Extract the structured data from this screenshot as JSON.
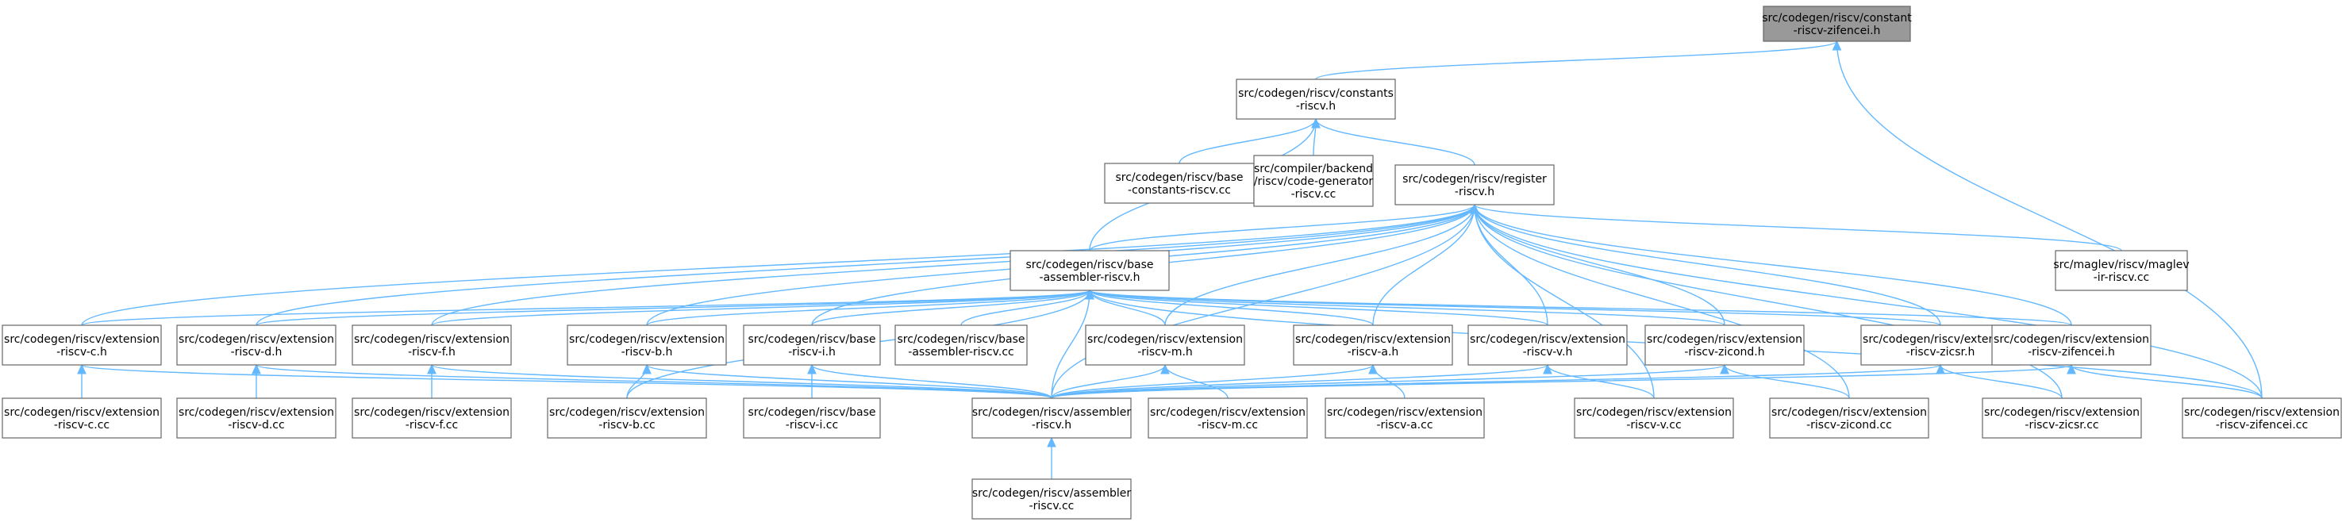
{
  "nodes": {
    "n0": {
      "lines": [
        "src/codegen/riscv/constant",
        "-riscv-zifencei.h"
      ],
      "root": true
    },
    "n1": {
      "lines": [
        "src/codegen/riscv/constants",
        "-riscv.h"
      ]
    },
    "n2": {
      "lines": [
        "src/codegen/riscv/base",
        "-constants-riscv.cc"
      ]
    },
    "n3": {
      "lines": [
        "src/compiler/backend",
        "/riscv/code-generator",
        "-riscv.cc"
      ]
    },
    "n4": {
      "lines": [
        "src/codegen/riscv/register",
        "-riscv.h"
      ]
    },
    "n5": {
      "lines": [
        "src/codegen/riscv/base",
        "-assembler-riscv.h"
      ]
    },
    "n6": {
      "lines": [
        "src/maglev/riscv/maglev",
        "-ir-riscv.cc"
      ]
    },
    "n7": {
      "lines": [
        "src/codegen/riscv/extension",
        "-riscv-c.h"
      ]
    },
    "n8": {
      "lines": [
        "src/codegen/riscv/extension",
        "-riscv-d.h"
      ]
    },
    "n9": {
      "lines": [
        "src/codegen/riscv/extension",
        "-riscv-f.h"
      ]
    },
    "n10": {
      "lines": [
        "src/codegen/riscv/extension",
        "-riscv-b.h"
      ]
    },
    "n11": {
      "lines": [
        "src/codegen/riscv/base",
        "-riscv-i.h"
      ]
    },
    "n12": {
      "lines": [
        "src/codegen/riscv/base",
        "-assembler-riscv.cc"
      ]
    },
    "n13": {
      "lines": [
        "src/codegen/riscv/extension",
        "-riscv-m.h"
      ]
    },
    "n14": {
      "lines": [
        "src/codegen/riscv/extension",
        "-riscv-a.h"
      ]
    },
    "n15": {
      "lines": [
        "src/codegen/riscv/extension",
        "-riscv-v.h"
      ]
    },
    "n16": {
      "lines": [
        "src/codegen/riscv/extension",
        "-riscv-zicond.h"
      ]
    },
    "n17": {
      "lines": [
        "src/codegen/riscv/extension",
        "-riscv-zicsr.h"
      ]
    },
    "n18": {
      "lines": [
        "src/codegen/riscv/extension",
        "-riscv-zifencei.h"
      ]
    },
    "n19": {
      "lines": [
        "src/codegen/riscv/extension",
        "-riscv-c.cc"
      ]
    },
    "n20": {
      "lines": [
        "src/codegen/riscv/extension",
        "-riscv-d.cc"
      ]
    },
    "n21": {
      "lines": [
        "src/codegen/riscv/extension",
        "-riscv-f.cc"
      ]
    },
    "n22": {
      "lines": [
        "src/codegen/riscv/extension",
        "-riscv-b.cc"
      ]
    },
    "n23": {
      "lines": [
        "src/codegen/riscv/base",
        "-riscv-i.cc"
      ]
    },
    "n24": {
      "lines": [
        "src/codegen/riscv/assembler",
        "-riscv.h"
      ]
    },
    "n25": {
      "lines": [
        "src/codegen/riscv/extension",
        "-riscv-m.cc"
      ]
    },
    "n26": {
      "lines": [
        "src/codegen/riscv/extension",
        "-riscv-a.cc"
      ]
    },
    "n27": {
      "lines": [
        "src/codegen/riscv/extension",
        "-riscv-v.cc"
      ]
    },
    "n28": {
      "lines": [
        "src/codegen/riscv/extension",
        "-riscv-zicond.cc"
      ]
    },
    "n29": {
      "lines": [
        "src/codegen/riscv/extension",
        "-riscv-zicsr.cc"
      ]
    },
    "n30": {
      "lines": [
        "src/codegen/riscv/extension",
        "-riscv-zifencei.cc"
      ]
    },
    "n31": {
      "lines": [
        "src/codegen/riscv/assembler",
        "-riscv.cc"
      ]
    }
  },
  "edges": [
    [
      "n0",
      "n1"
    ],
    [
      "n0",
      "n30"
    ],
    [
      "n1",
      "n2"
    ],
    [
      "n1",
      "n3"
    ],
    [
      "n1",
      "n4"
    ],
    [
      "n1",
      "n5"
    ],
    [
      "n4",
      "n5"
    ],
    [
      "n4",
      "n6"
    ],
    [
      "n4",
      "n7"
    ],
    [
      "n4",
      "n8"
    ],
    [
      "n4",
      "n9"
    ],
    [
      "n4",
      "n10"
    ],
    [
      "n4",
      "n11"
    ],
    [
      "n4",
      "n13"
    ],
    [
      "n4",
      "n14"
    ],
    [
      "n4",
      "n15"
    ],
    [
      "n4",
      "n16"
    ],
    [
      "n4",
      "n17"
    ],
    [
      "n4",
      "n18"
    ],
    [
      "n4",
      "n24"
    ],
    [
      "n4",
      "n27"
    ],
    [
      "n4",
      "n28"
    ],
    [
      "n4",
      "n29"
    ],
    [
      "n4",
      "n30"
    ],
    [
      "n5",
      "n7"
    ],
    [
      "n5",
      "n8"
    ],
    [
      "n5",
      "n9"
    ],
    [
      "n5",
      "n10"
    ],
    [
      "n5",
      "n11"
    ],
    [
      "n5",
      "n12"
    ],
    [
      "n5",
      "n13"
    ],
    [
      "n5",
      "n14"
    ],
    [
      "n5",
      "n15"
    ],
    [
      "n5",
      "n16"
    ],
    [
      "n5",
      "n17"
    ],
    [
      "n5",
      "n18"
    ],
    [
      "n5",
      "n24"
    ],
    [
      "n5",
      "n22"
    ],
    [
      "n5",
      "n30"
    ],
    [
      "n7",
      "n19"
    ],
    [
      "n7",
      "n24"
    ],
    [
      "n8",
      "n20"
    ],
    [
      "n8",
      "n24"
    ],
    [
      "n9",
      "n21"
    ],
    [
      "n9",
      "n24"
    ],
    [
      "n10",
      "n22"
    ],
    [
      "n10",
      "n24"
    ],
    [
      "n11",
      "n23"
    ],
    [
      "n11",
      "n24"
    ],
    [
      "n13",
      "n25"
    ],
    [
      "n13",
      "n24"
    ],
    [
      "n14",
      "n26"
    ],
    [
      "n14",
      "n24"
    ],
    [
      "n15",
      "n27"
    ],
    [
      "n15",
      "n24"
    ],
    [
      "n16",
      "n28"
    ],
    [
      "n16",
      "n24"
    ],
    [
      "n17",
      "n29"
    ],
    [
      "n17",
      "n24"
    ],
    [
      "n18",
      "n30"
    ],
    [
      "n18",
      "n24"
    ],
    [
      "n24",
      "n31"
    ]
  ]
}
